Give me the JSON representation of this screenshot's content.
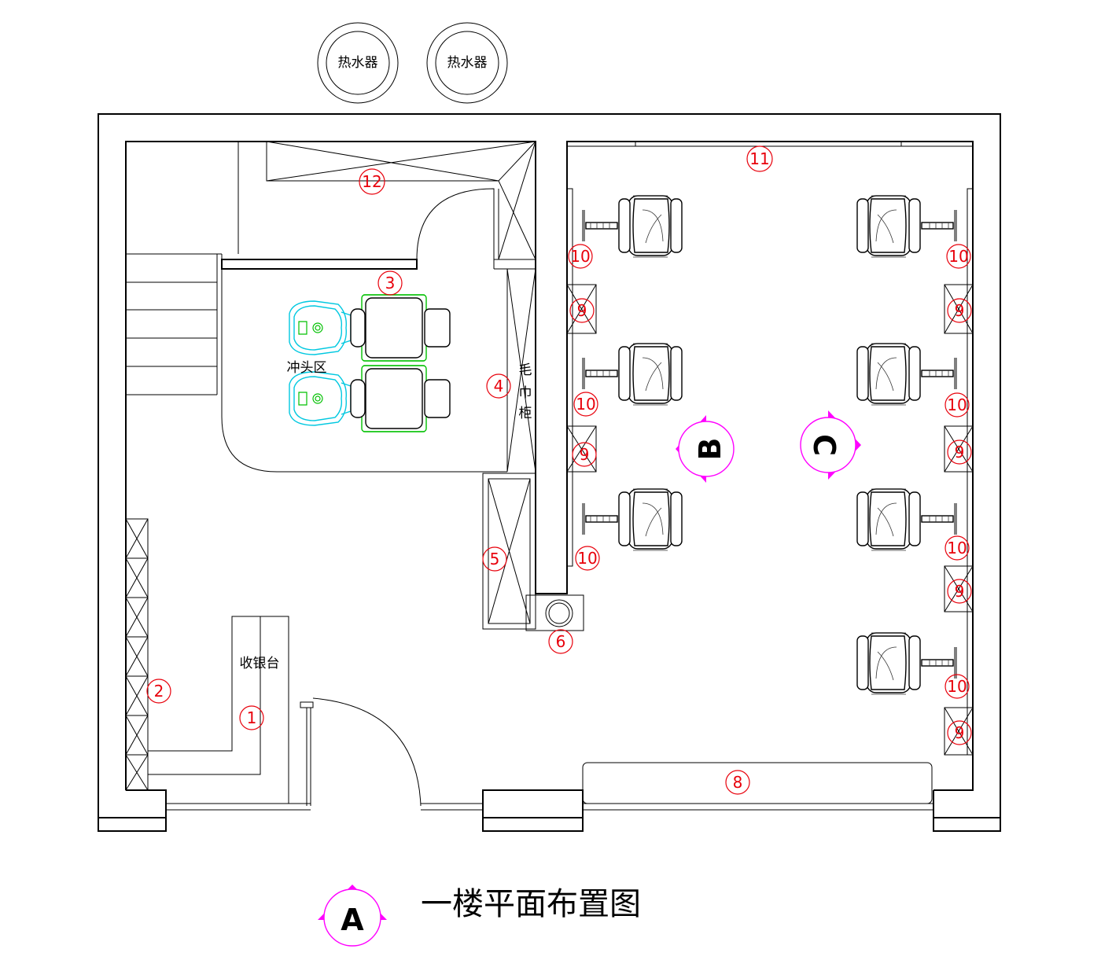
{
  "title": "一楼平面布置图",
  "heaters": [
    {
      "label": "热水器"
    },
    {
      "label": "热水器"
    }
  ],
  "labels": {
    "wash_area": "冲头区",
    "towel_cabinet": [
      "毛",
      "巾",
      "柜"
    ],
    "cashier": "收银台"
  },
  "view_markers": [
    "A",
    "B",
    "C"
  ],
  "numbers": [
    "1",
    "2",
    "3",
    "4",
    "5",
    "6",
    "8",
    "9",
    "10",
    "11",
    "12"
  ],
  "colors": {
    "number": "#e8000b",
    "marker": "#ff00ff",
    "sink": "#00c8e0",
    "wash_chair": "#00c000"
  }
}
